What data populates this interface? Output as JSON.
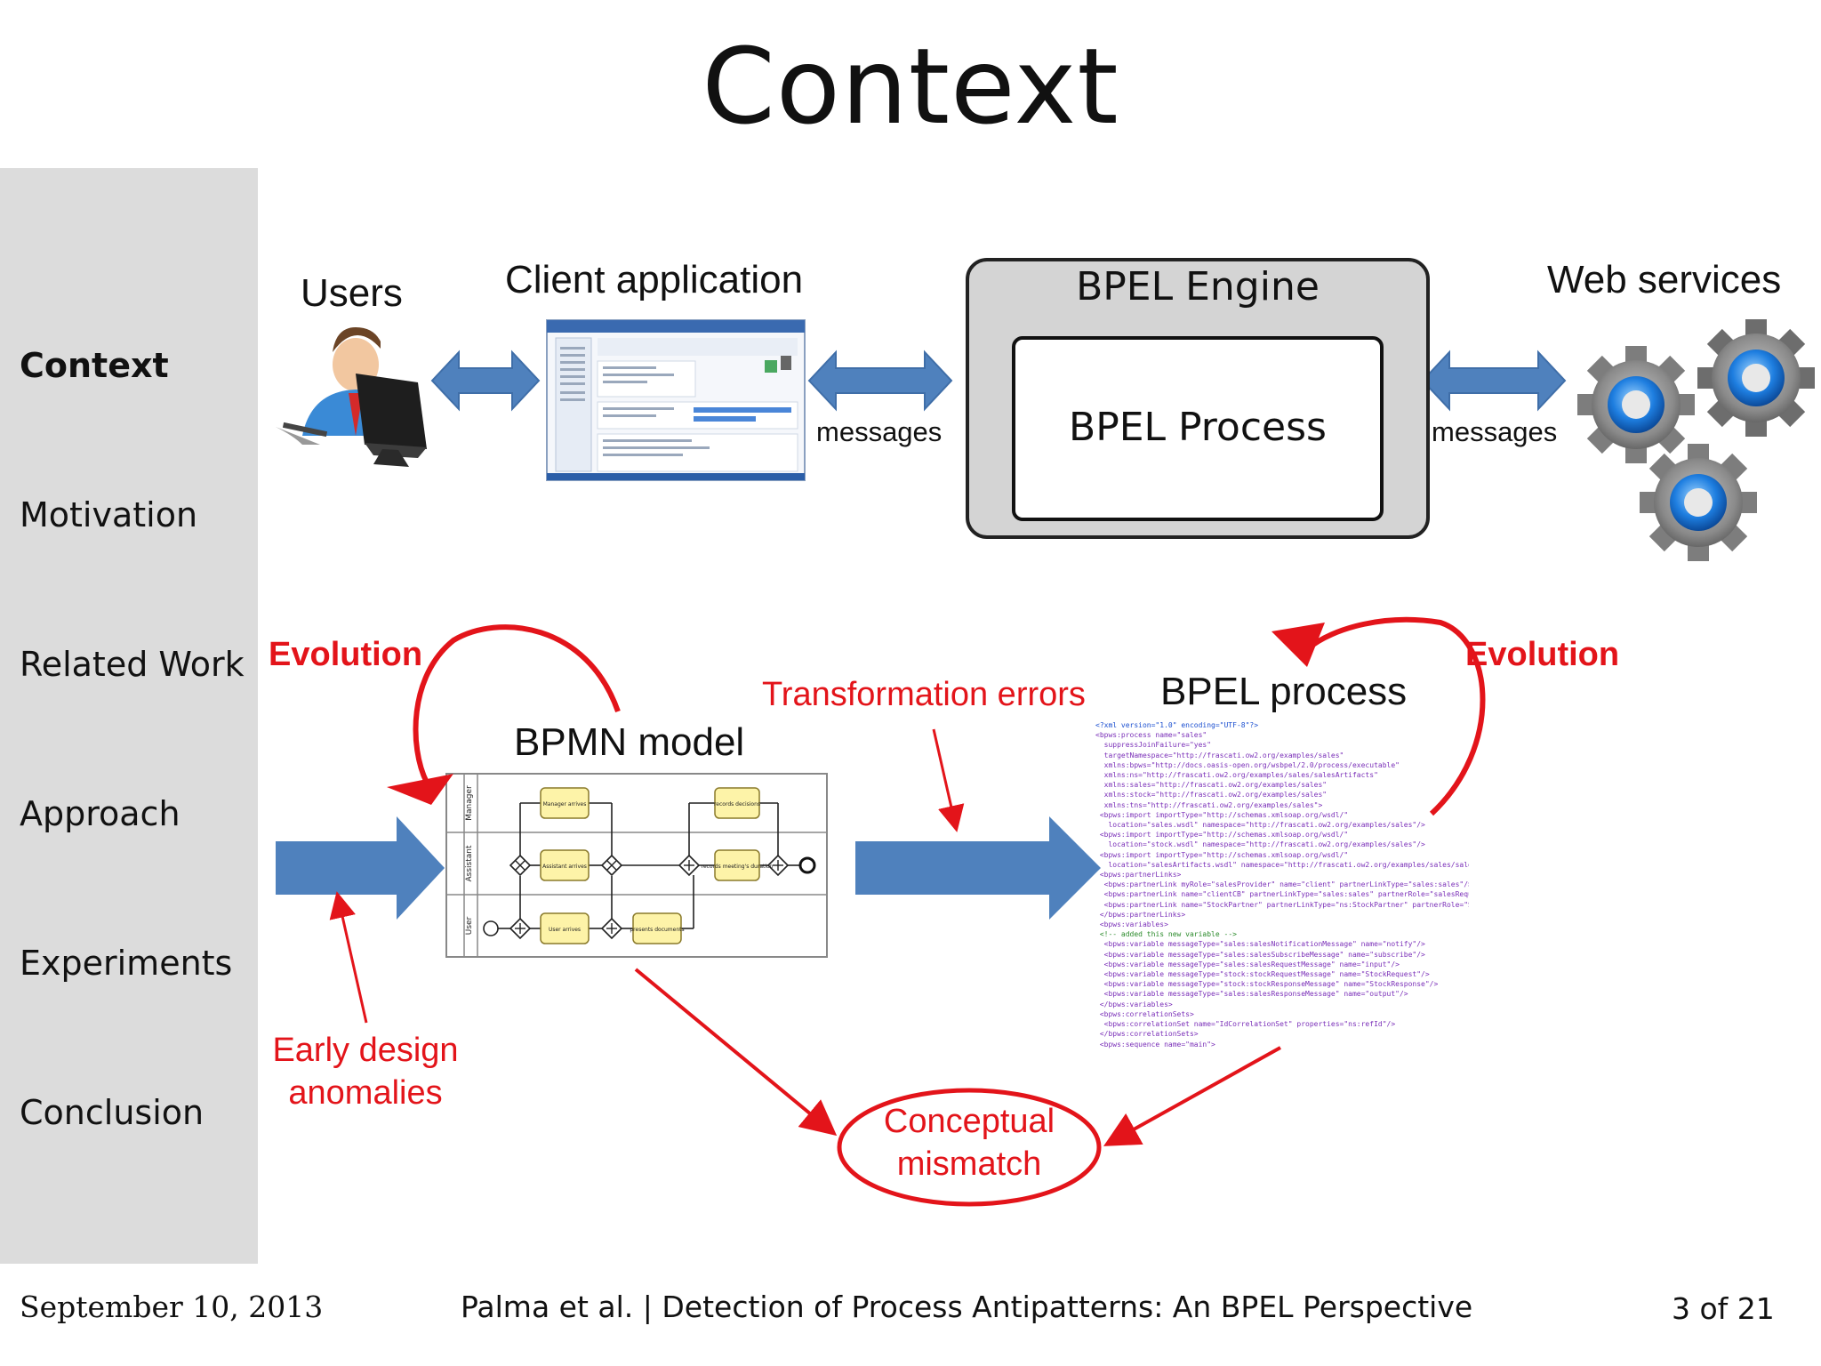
{
  "slide": {
    "title": "Context"
  },
  "sidebar": {
    "items": [
      {
        "label": "Context",
        "active": true
      },
      {
        "label": "Motivation",
        "active": false
      },
      {
        "label": "Related Work",
        "active": false
      },
      {
        "label": "Approach",
        "active": false
      },
      {
        "label": "Experiments",
        "active": false
      },
      {
        "label": "Conclusion",
        "active": false
      }
    ]
  },
  "architecture": {
    "users_label": "Users",
    "client_label": "Client application",
    "engine_label": "BPEL Engine",
    "process_label": "BPEL Process",
    "messages_left": "messages",
    "messages_right": "messages",
    "web_services_label": "Web services"
  },
  "evolution_diagram": {
    "evolution_left": "Evolution",
    "evolution_right": "Evolution",
    "transformation_errors": "Transformation errors",
    "bpmn_model": "BPMN model",
    "bpel_process": "BPEL process",
    "early_design_line1": "Early design",
    "early_design_line2": "anomalies",
    "conceptual_line1": "Conceptual",
    "conceptual_line2": "mismatch",
    "bpmn_lanes": [
      "Manager",
      "Assistant",
      "User"
    ],
    "bpmn_tasks": [
      "Manager arrives",
      "Assistant arrives",
      "User arrives",
      "presents documents",
      "records decisions",
      "records meeting's duration"
    ]
  },
  "footer": {
    "date": "September 10, 2013",
    "citation": "Palma et al. | Detection of Process Antipatterns: An BPEL Perspective",
    "page": "3 of 21"
  },
  "colors": {
    "accent_red": "#e3141a",
    "arrow_blue": "#4f81bd",
    "sidebar_gray": "#dcdcdc",
    "engine_gray": "#d4d4d4"
  }
}
